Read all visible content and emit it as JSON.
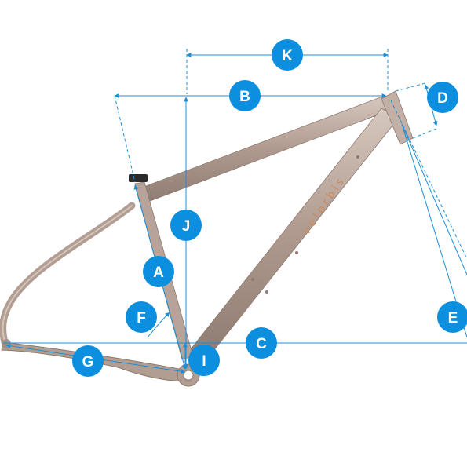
{
  "diagram": {
    "brand_wordmark": "velorbis",
    "colors": {
      "frame": "#b29d92",
      "frame_dark": "#8c7a70",
      "frame_light": "#d3c4bb",
      "measure_line": "#1c8fd6",
      "badge": "#0b8fde",
      "badge_text": "#ffffff"
    },
    "labels": {
      "A": "A",
      "B": "B",
      "C": "C",
      "D": "D",
      "E": "E",
      "F": "F",
      "G": "G",
      "I": "I",
      "J": "J",
      "K": "K"
    }
  }
}
